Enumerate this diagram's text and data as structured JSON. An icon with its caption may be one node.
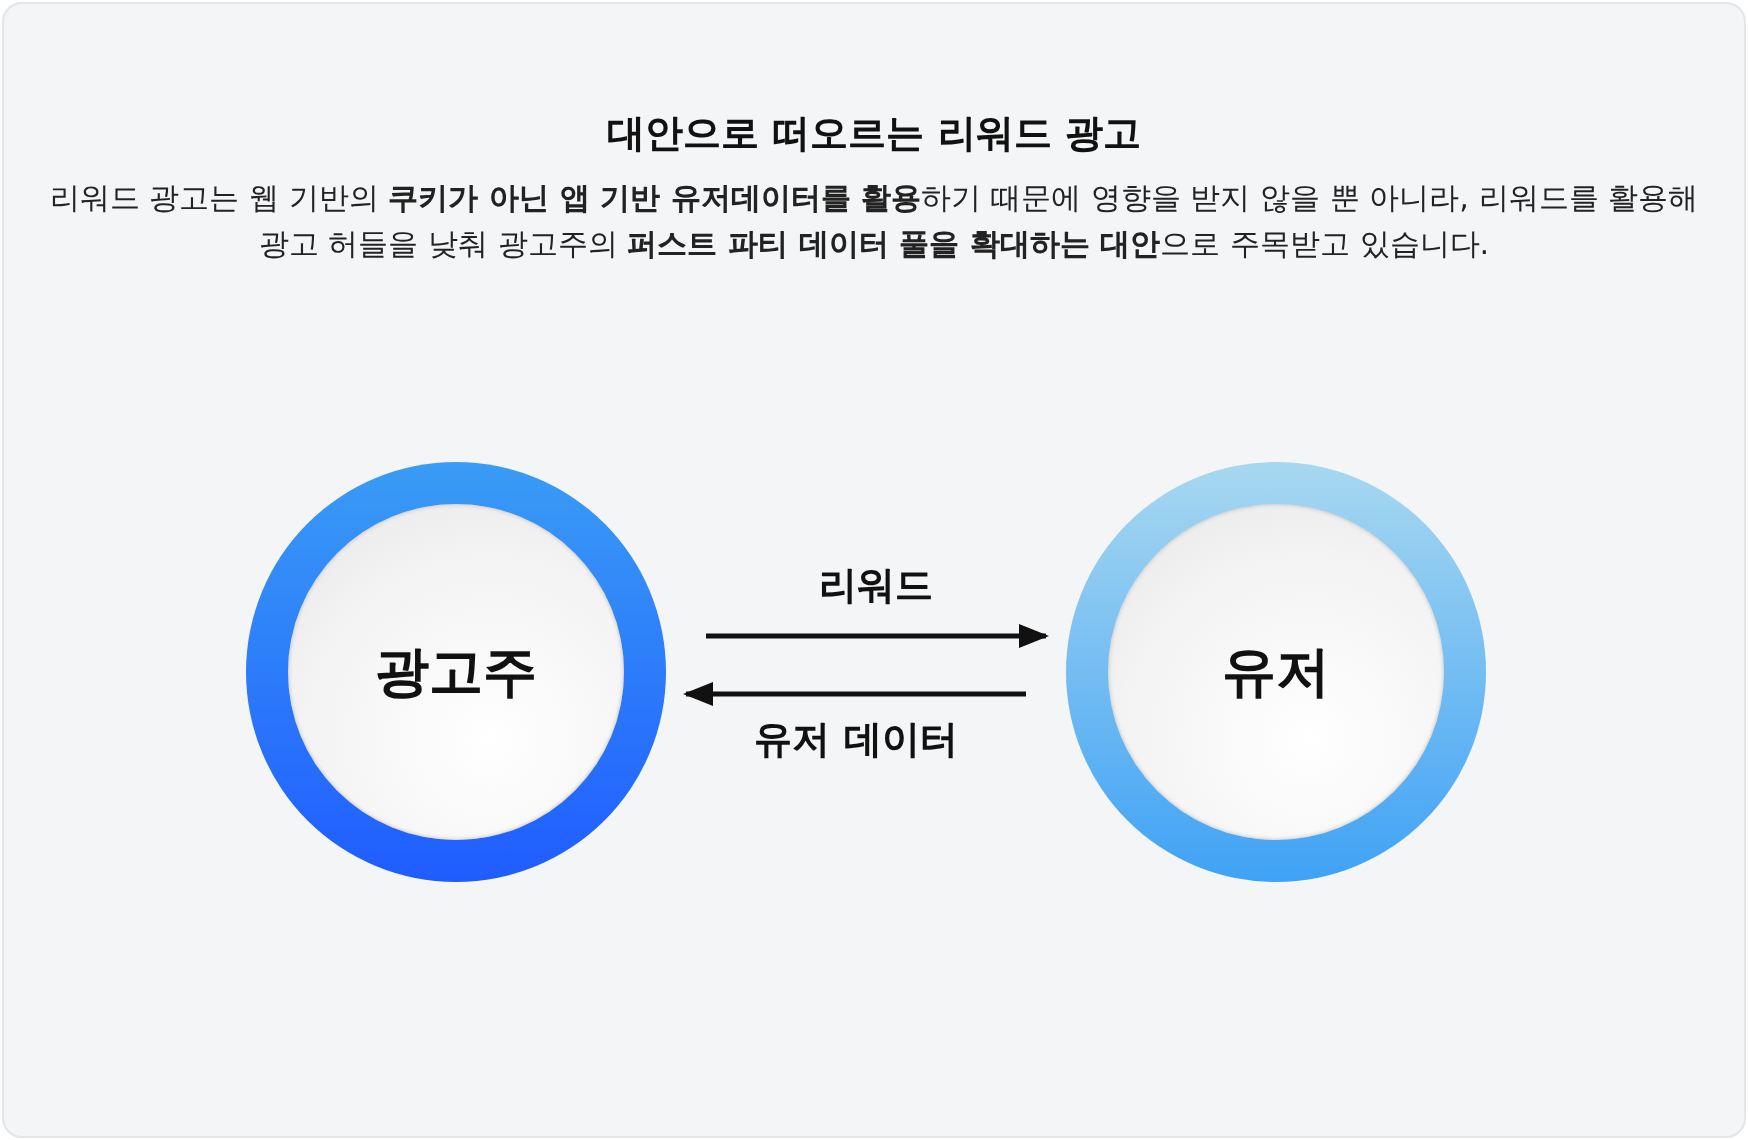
{
  "diagram": {
    "title": "대안으로 떠오르는 리워드 광고",
    "nodes": [
      {
        "text": [
          "광고주"
        ]
      },
      {
        "text": [
          "유저"
        ]
      }
    ],
    "edges": [
      {
        "from": 0,
        "to": 1,
        "arrow": "to",
        "label": "리워드"
      },
      {
        "from": 1,
        "to": 0,
        "arrow": "to",
        "label": "유저 데이터"
      }
    ],
    "labels": [
      "리워드 광고는 웹 기반의 **쿠키가 아닌 앱 기반 유저데이터를 활용**하기 때문에 영향을 받지 않을 뿐 아니라, 리워드를 활용해 광고 허들을 낮춰 광고주의 **퍼스트 파티 데이터 풀을 확대하는 대안**으로 주목받고 있습니다."
    ]
  }
}
